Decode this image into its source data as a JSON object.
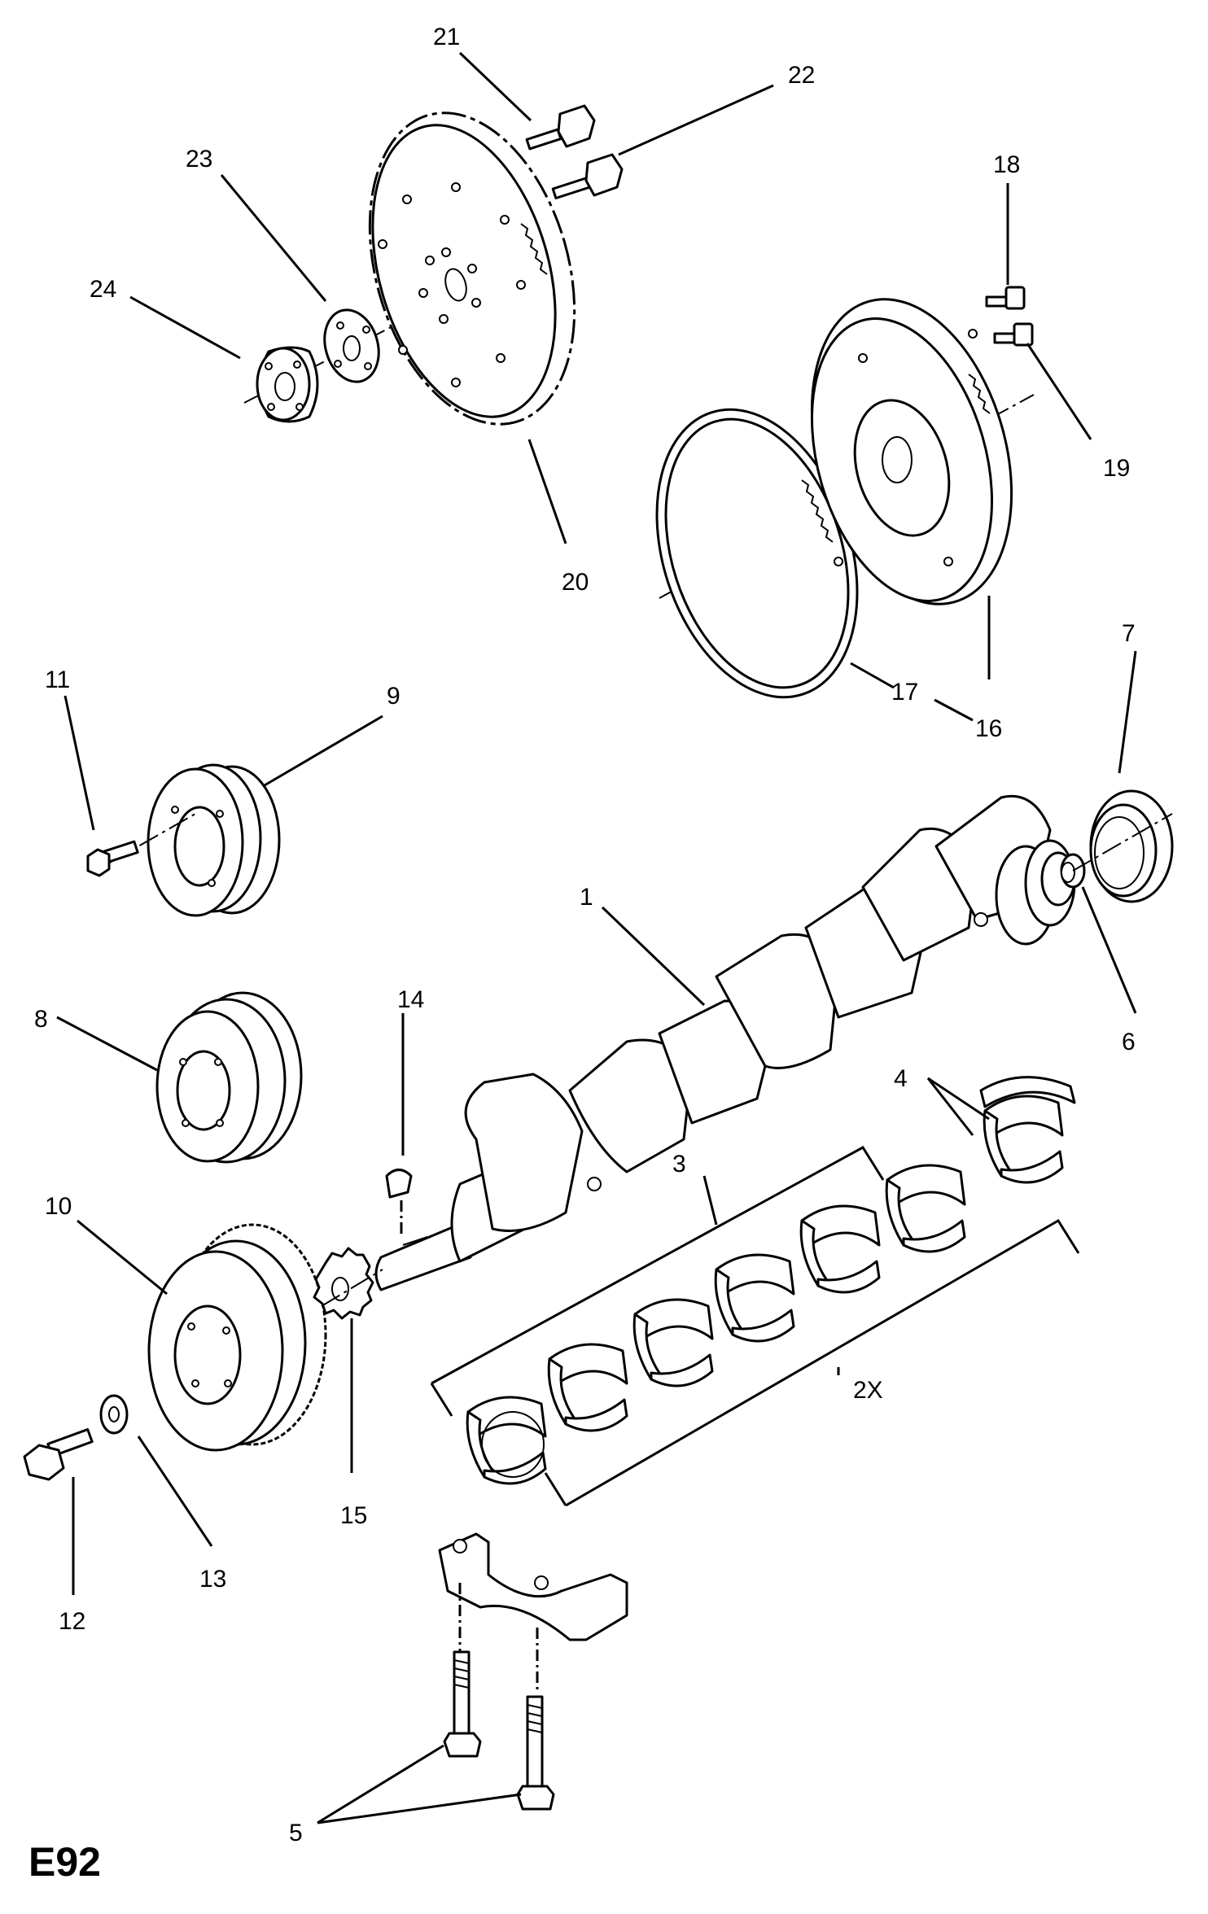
{
  "diagram": {
    "code": "E92",
    "callouts": [
      {
        "id": "1",
        "text": "1"
      },
      {
        "id": "2X",
        "text": "2X"
      },
      {
        "id": "3",
        "text": "3"
      },
      {
        "id": "4",
        "text": "4"
      },
      {
        "id": "5",
        "text": "5"
      },
      {
        "id": "6",
        "text": "6"
      },
      {
        "id": "7",
        "text": "7"
      },
      {
        "id": "8",
        "text": "8"
      },
      {
        "id": "9",
        "text": "9"
      },
      {
        "id": "10",
        "text": "10"
      },
      {
        "id": "11",
        "text": "11"
      },
      {
        "id": "12",
        "text": "12"
      },
      {
        "id": "13",
        "text": "13"
      },
      {
        "id": "14",
        "text": "14"
      },
      {
        "id": "15",
        "text": "15"
      },
      {
        "id": "16",
        "text": "16"
      },
      {
        "id": "17",
        "text": "17"
      },
      {
        "id": "18",
        "text": "18"
      },
      {
        "id": "19",
        "text": "19"
      },
      {
        "id": "20",
        "text": "20"
      },
      {
        "id": "21",
        "text": "21"
      },
      {
        "id": "22",
        "text": "22"
      },
      {
        "id": "23",
        "text": "23"
      },
      {
        "id": "24",
        "text": "24"
      }
    ]
  }
}
